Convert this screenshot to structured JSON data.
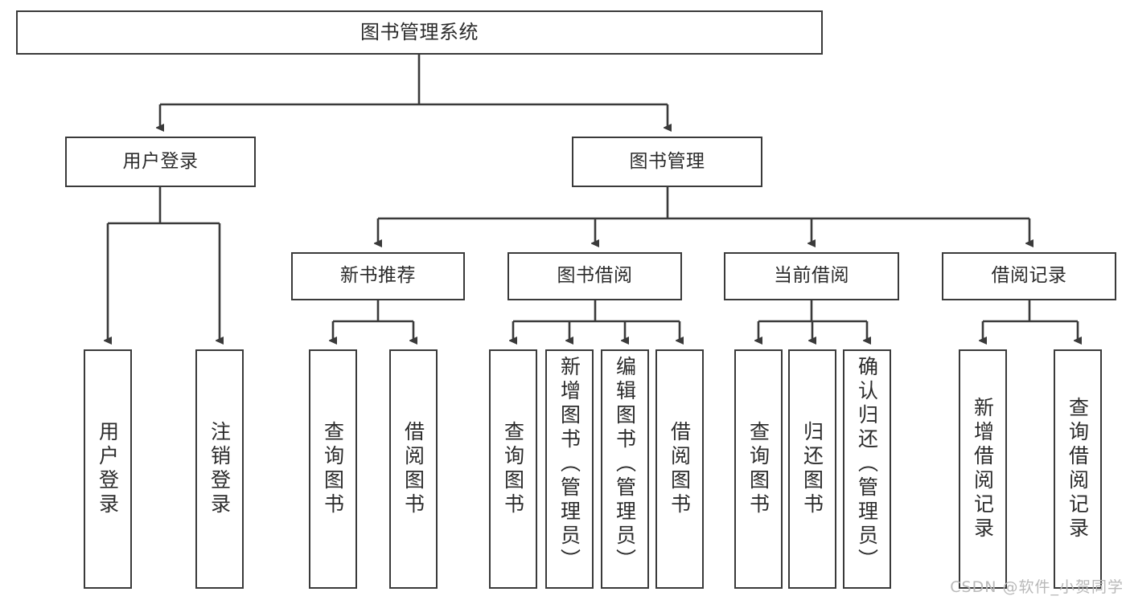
{
  "diagram": {
    "title": "图书管理系统",
    "type": "tree-hierarchy",
    "watermark": "CSDN @软件_小贺同学",
    "colors": {
      "box_border": "#3a3a3a",
      "box_fill": "#ffffff",
      "line": "#3a3a3a",
      "text": "#2b2b2b",
      "watermark": "#b9b9b9",
      "background": "#ffffff"
    },
    "root": {
      "label": "图书管理系统"
    },
    "level2": [
      {
        "id": "user-login",
        "label": "用户登录"
      },
      {
        "id": "book-management",
        "label": "图书管理"
      }
    ],
    "level3": [
      {
        "id": "new-book-recommend",
        "label": "新书推荐"
      },
      {
        "id": "book-borrow",
        "label": "图书借阅"
      },
      {
        "id": "current-borrow",
        "label": "当前借阅"
      },
      {
        "id": "borrow-record",
        "label": "借阅记录"
      }
    ],
    "leaves": {
      "user-login": [
        {
          "id": "leaf-user-login",
          "label": "用户登录"
        },
        {
          "id": "leaf-logout",
          "label": "注销登录"
        }
      ],
      "new-book-recommend": [
        {
          "id": "leaf-query-book-1",
          "label": "查询图书"
        },
        {
          "id": "leaf-borrow-book-1",
          "label": "借阅图书"
        }
      ],
      "book-borrow": [
        {
          "id": "leaf-query-book-2",
          "label": "查询图书"
        },
        {
          "id": "leaf-add-book",
          "label": "新增图书（管理员）"
        },
        {
          "id": "leaf-edit-book",
          "label": "编辑图书（管理员）"
        },
        {
          "id": "leaf-borrow-book-2",
          "label": "借阅图书"
        }
      ],
      "current-borrow": [
        {
          "id": "leaf-query-book-3",
          "label": "查询图书"
        },
        {
          "id": "leaf-return-book",
          "label": "归还图书"
        },
        {
          "id": "leaf-confirm-return",
          "label": "确认归还（管理员）"
        }
      ],
      "borrow-record": [
        {
          "id": "leaf-add-record",
          "label": "新增借阅记录"
        },
        {
          "id": "leaf-query-record",
          "label": "查询借阅记录"
        }
      ]
    }
  }
}
